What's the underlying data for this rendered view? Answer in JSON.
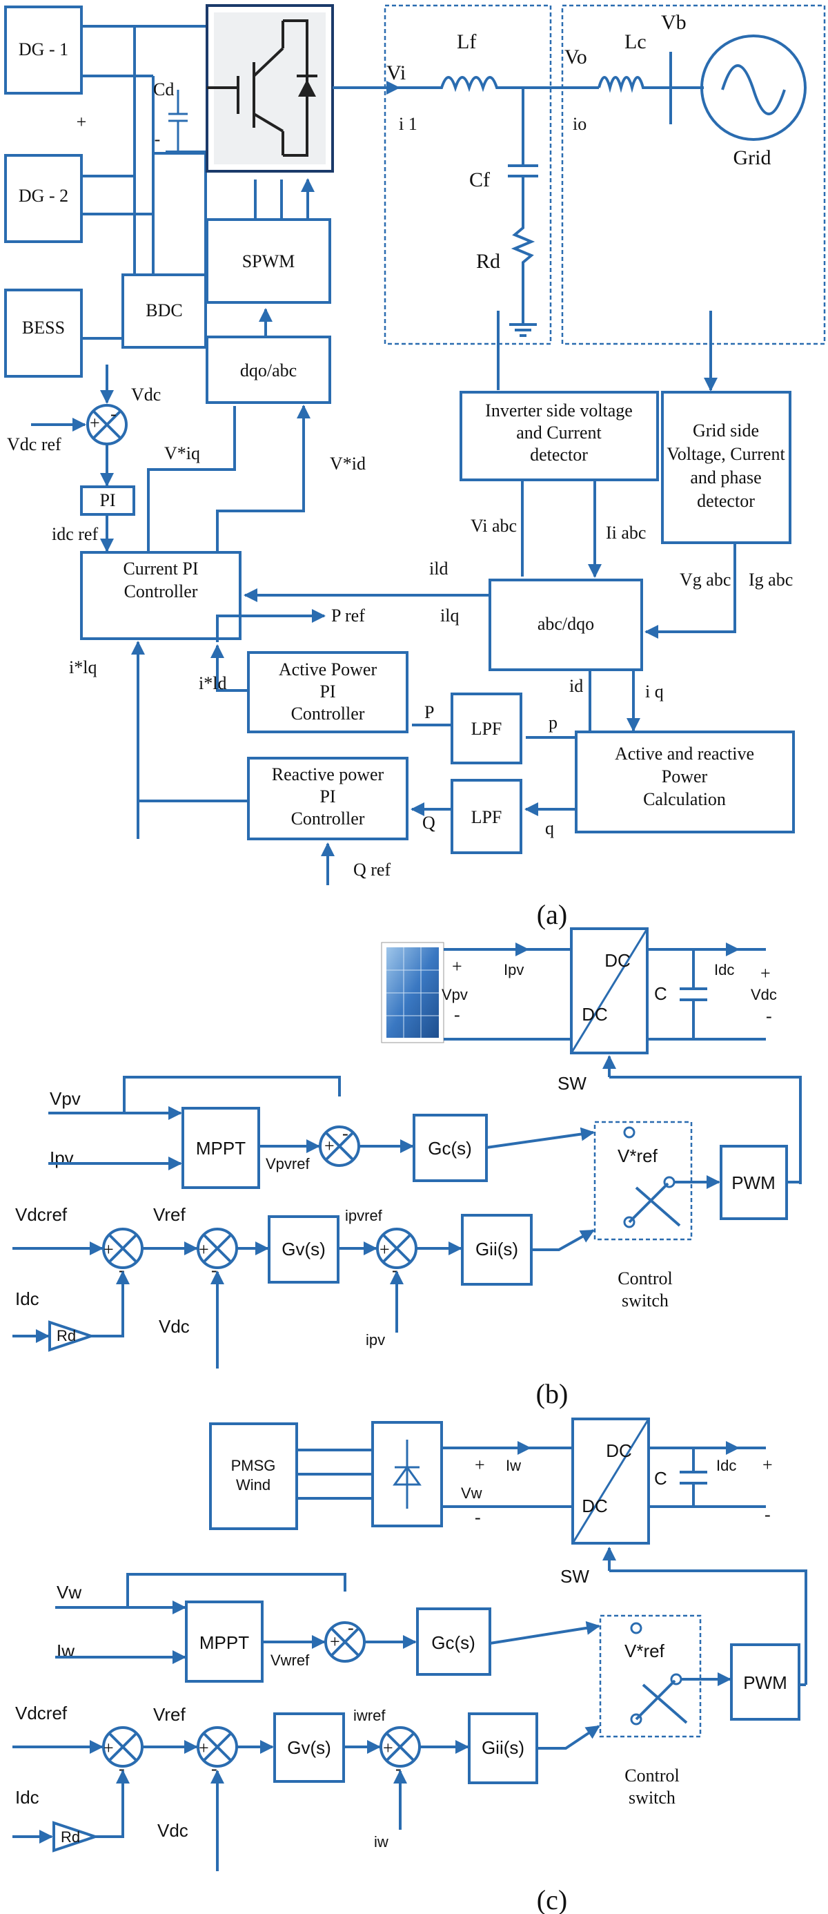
{
  "a": {
    "caption": "(a)",
    "dg1": "DG - 1",
    "dg2": "DG - 2",
    "plus": "+",
    "minus": "-",
    "cd": "Cd",
    "bess": "BESS",
    "bdc": "BDC",
    "spwm": "SPWM",
    "dqo_abc": "dqo/abc",
    "vi": "Vi",
    "i1": "i 1",
    "lf": "Lf",
    "vo": "Vo",
    "io": "io",
    "lc": "Lc",
    "vb": "Vb",
    "cf": "Cf",
    "rd": "Rd",
    "grid": "Grid",
    "inv_det": [
      "Inverter side voltage",
      "and Current",
      "detector"
    ],
    "grid_det": [
      "Grid side",
      "Voltage, Current",
      "and phase",
      "detector"
    ],
    "vdc": "Vdc",
    "vdc_ref": "Vdc ref",
    "pi": "PI",
    "idc_ref": "idc ref",
    "v_iq": "V*iq",
    "v_id": "V*id",
    "vi_abc": "Vi abc",
    "ii_abc": "Ii abc",
    "vg_abc": "Vg abc",
    "ig_abc": "Ig abc",
    "cur_pi": [
      "Current PI",
      "Controller"
    ],
    "ild": "ild",
    "ilq": "ilq",
    "abc_dqo": "abc/dqo",
    "p_ref": "P ref",
    "i_lq_star": "i*lq",
    "i_ld_star": "i*ld",
    "apc": [
      "Active Power",
      "PI",
      "Controller"
    ],
    "rpc": [
      "Reactive power",
      "PI",
      "Controller"
    ],
    "P": "P",
    "Q": "Q",
    "p": "p",
    "q": "q",
    "lpf": "LPF",
    "id": "id",
    "iq": "i q",
    "arpc": [
      "Active and reactive",
      "Power",
      "Calculation"
    ],
    "q_ref": "Q ref"
  },
  "b": {
    "caption": "(b)",
    "vpv": "Vpv",
    "ipv": "Ipv",
    "mppt": "MPPT",
    "vpvref": "Vpvref",
    "gc": "Gc(s)",
    "vdcref": "Vdcref",
    "vref": "Vref",
    "gv": "Gv(s)",
    "ipvref": "ipvref",
    "gii": "Gii(s)",
    "idc": "Idc",
    "rd": "Rd",
    "vdc": "Vdc",
    "ipv_fb": "ipv",
    "vref_star": "V*ref",
    "pwm": "PWM",
    "sw": "SW",
    "ctrl_switch": [
      "Control",
      "switch"
    ],
    "dc_top": "DC",
    "dc_bot": "DC",
    "c": "C",
    "idc_out": "Idc",
    "vdc_out": "Vdc",
    "pv_plus": "+",
    "pv_minus": "-",
    "pv_vpv": "Vpv",
    "pv_ipv": "Ipv"
  },
  "c": {
    "caption": "(c)",
    "pmsg": [
      "PMSG",
      "Wind"
    ],
    "iw": "Iw",
    "vw_out": "Vw",
    "plus": "+",
    "minus": "-",
    "vw": "Vw",
    "iw_in": "Iw",
    "mppt": "MPPT",
    "vwref": "Vwref",
    "gc": "Gc(s)",
    "vdcref": "Vdcref",
    "vref": "Vref",
    "gv": "Gv(s)",
    "iwref": "iwref",
    "gii": "Gii(s)",
    "idc": "Idc",
    "rd": "Rd",
    "vdc": "Vdc",
    "iw_fb": "iw",
    "vref_star": "V*ref",
    "pwm": "PWM",
    "sw": "SW",
    "ctrl_switch": [
      "Control",
      "switch"
    ],
    "dc_top": "DC",
    "dc_bot": "DC",
    "c": "C",
    "idc_out": "Idc"
  }
}
